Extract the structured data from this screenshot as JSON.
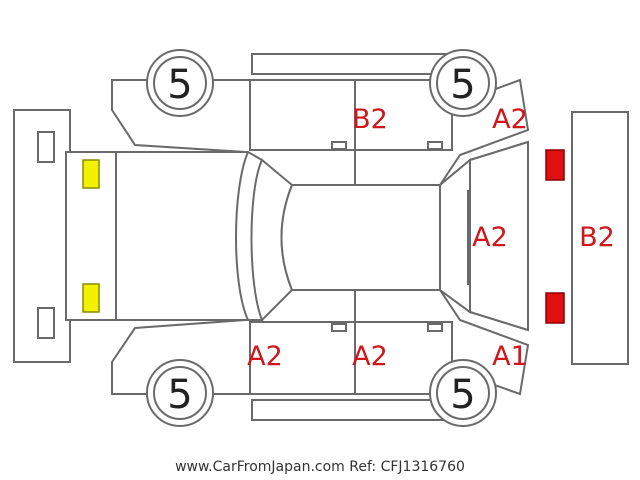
{
  "colors": {
    "damage_code": "#d0161b",
    "outline": "#6a6a6a",
    "front_light_marker": "#f2f200",
    "rear_light_marker": "#e01010"
  },
  "tyres": {
    "front_left": "5",
    "rear_left": "5",
    "front_right": "5",
    "rear_right": "5"
  },
  "damage_codes": {
    "left_rear_door": "B2",
    "left_rear_quarter": "A2",
    "rear_window": "A2",
    "rear_bumper": "B2",
    "right_front_door": "A2",
    "right_rear_door": "A2",
    "right_rear_quarter": "A1"
  },
  "footer": {
    "text": "www.CarFromJapan.com Ref: CFJ1316760"
  }
}
